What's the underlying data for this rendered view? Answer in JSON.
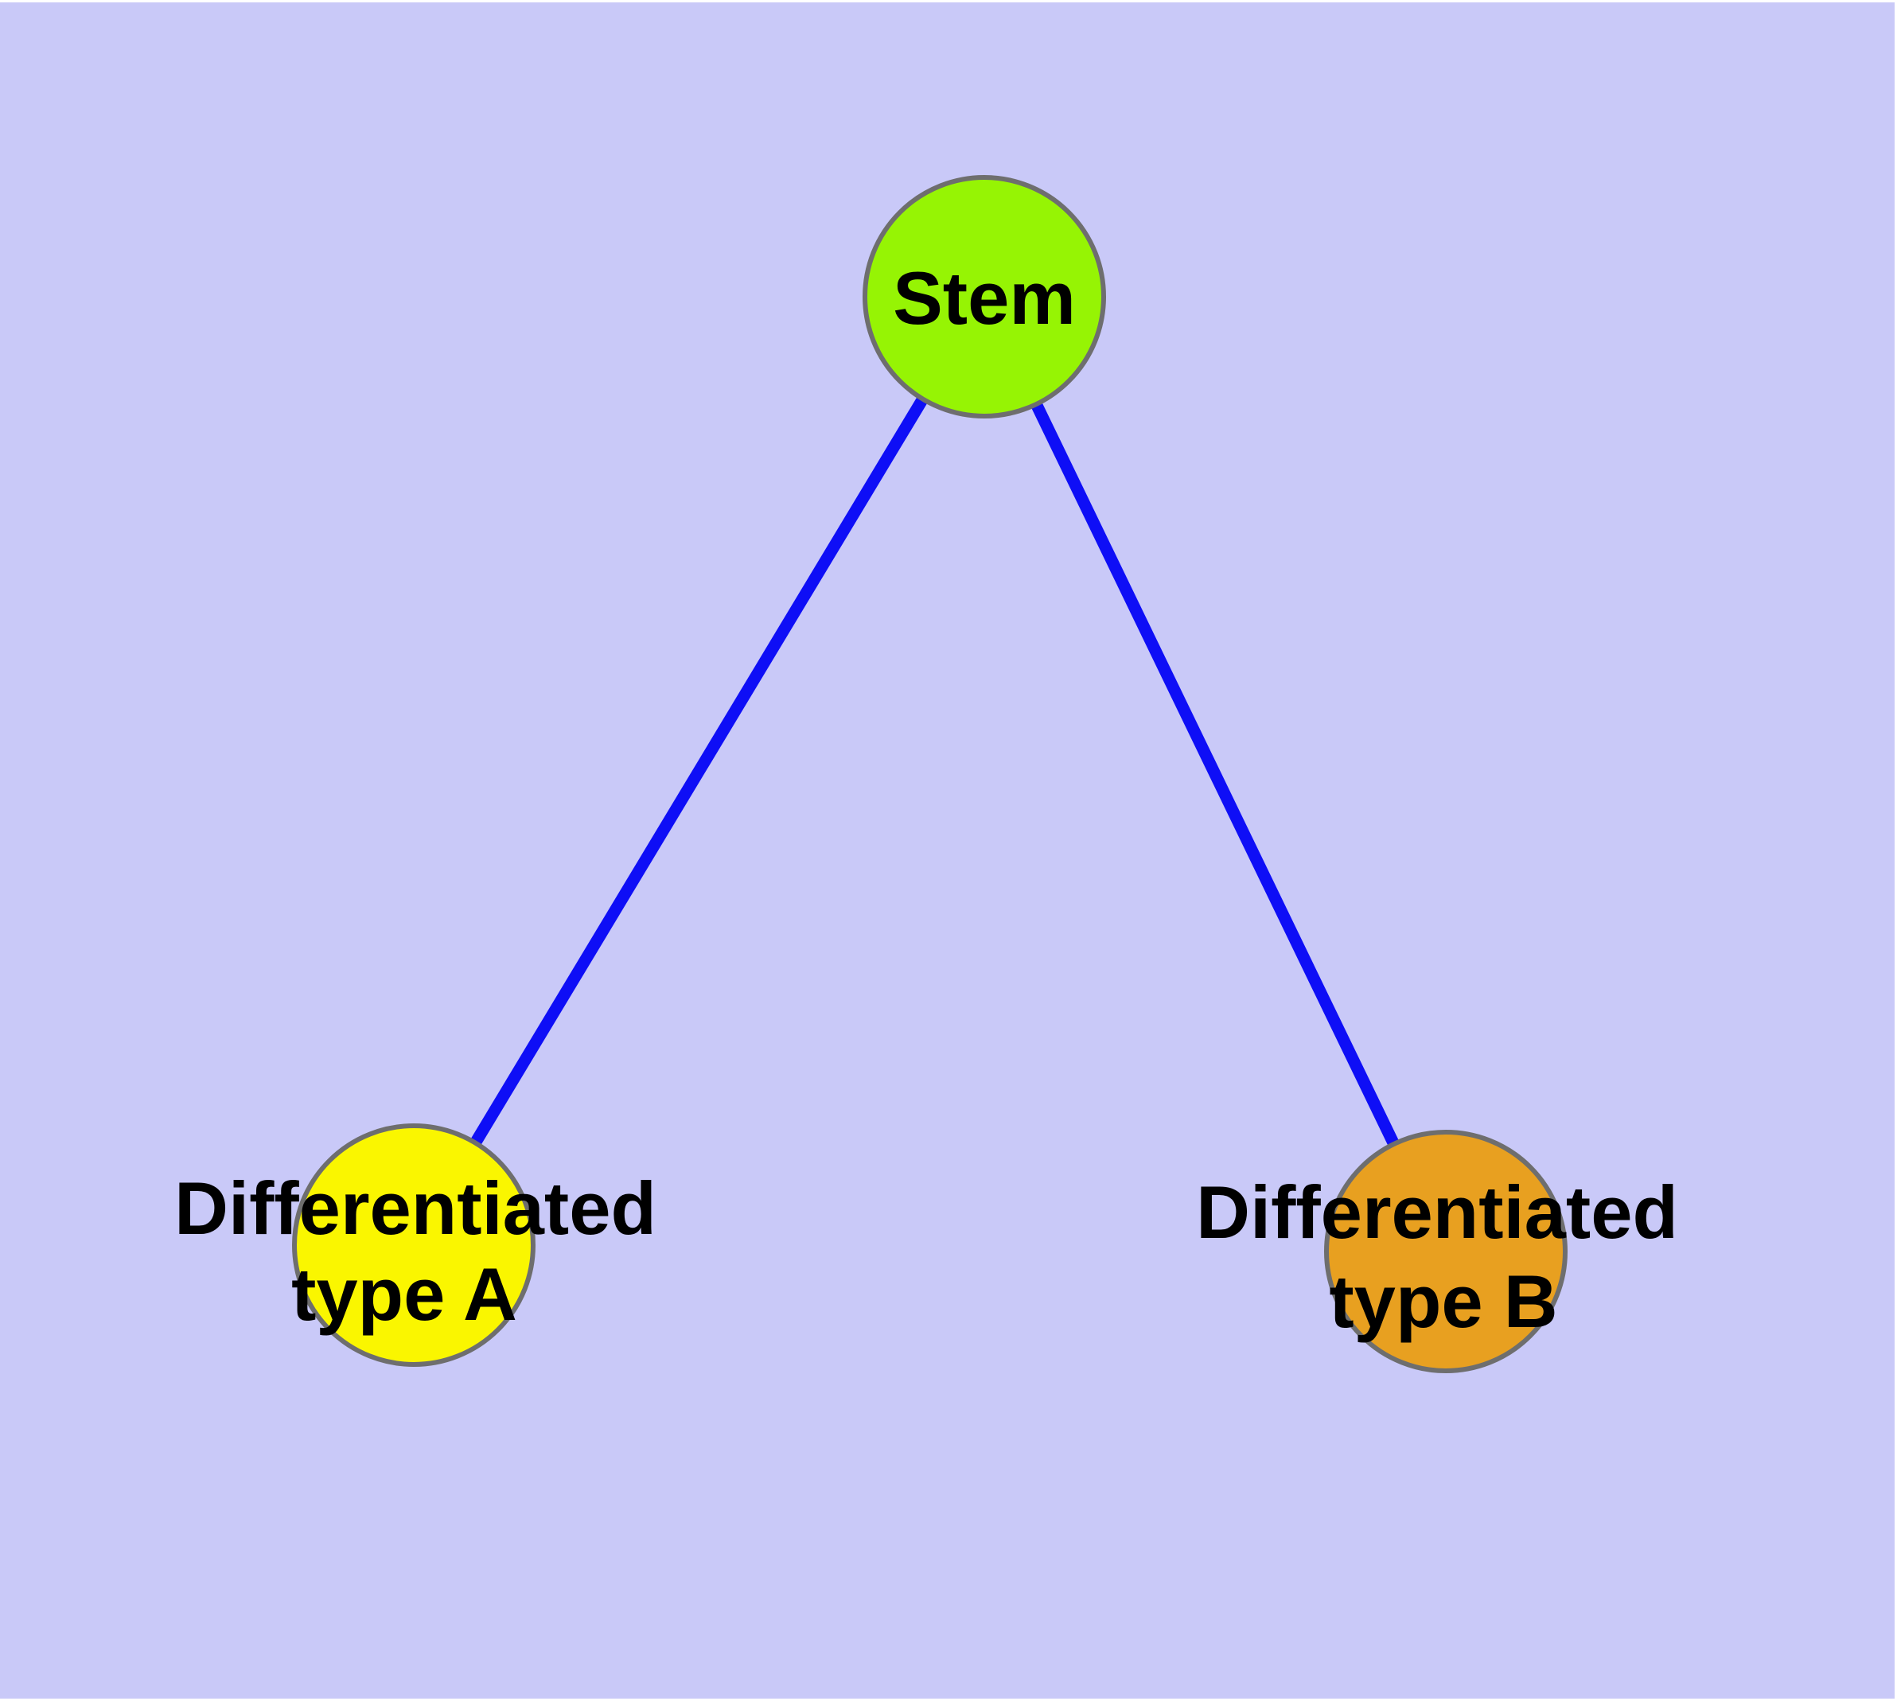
{
  "graph": {
    "type": "node-link-diagram",
    "nodes": [
      {
        "id": "stem",
        "label": "Stem",
        "label_lines": [
          "Stem"
        ],
        "fill": "#96F404"
      },
      {
        "id": "type_a",
        "label": "Differentiated type A",
        "label_lines": [
          "Differentiated",
          "type A"
        ],
        "fill": "#FAF600"
      },
      {
        "id": "type_b",
        "label": "Differentiated type B",
        "label_lines": [
          "Differentiated",
          "type B"
        ],
        "fill": "#E8A020"
      }
    ],
    "edges": [
      {
        "source": "stem",
        "target": "type_a"
      },
      {
        "source": "stem",
        "target": "type_b"
      }
    ]
  },
  "colors": {
    "background": "#C9C9F8",
    "page_margin": "#FFFFFF",
    "edge": "#0E0EF6",
    "node_border": "#6E6E6E",
    "label": "#000000"
  }
}
